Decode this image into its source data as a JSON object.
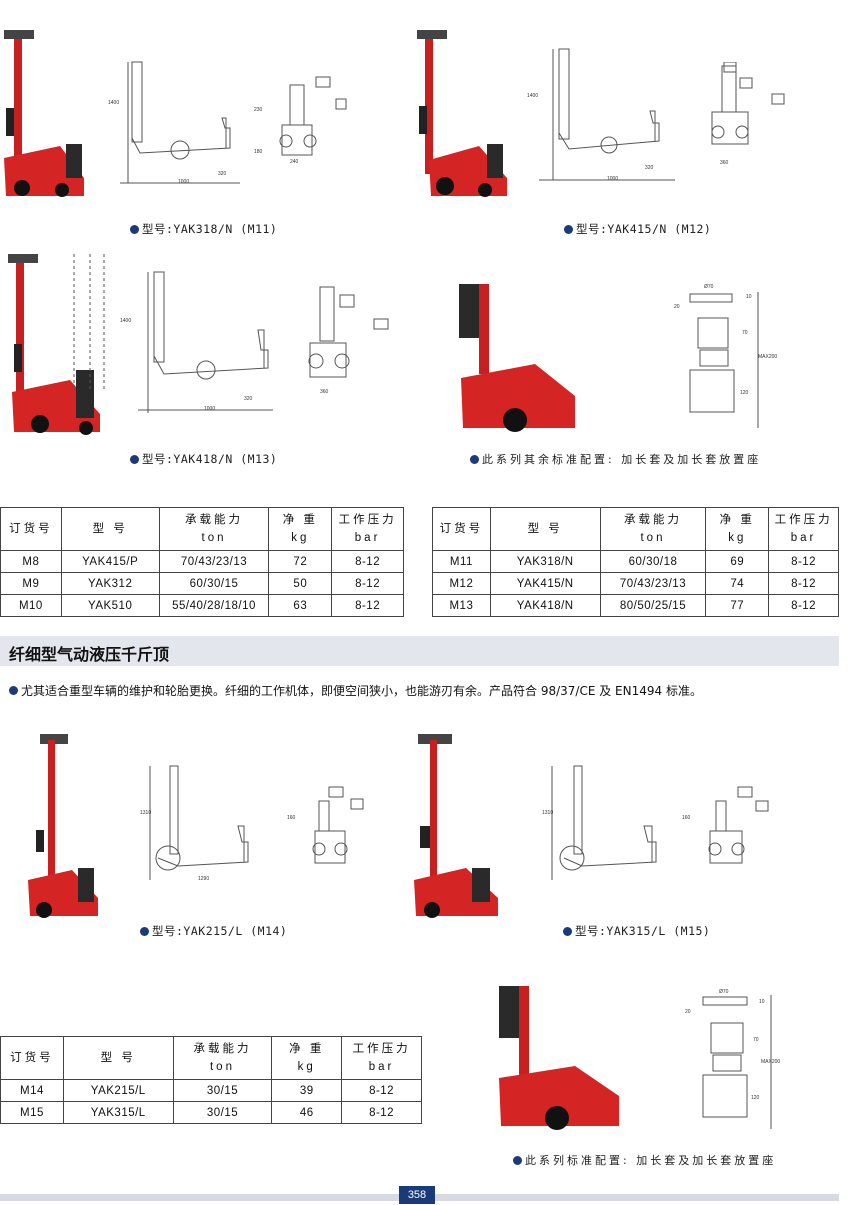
{
  "models": {
    "m11": "型号:YAK318/N (M11)",
    "m12": "型号:YAK415/N (M12)",
    "m13": "型号:YAK418/N (M13)",
    "m14": "型号:YAK215/L (M14)",
    "m15": "型号:YAK315/L (M15)"
  },
  "accessory_note_1": "此系列其余标准配置: 加长套及加长套放置座",
  "accessory_note_2": "此系列标准配置: 加长套及加长套放置座",
  "table_headers": {
    "order_no": "订货号",
    "model": "型 号",
    "capacity": "承载能力",
    "capacity_unit": "ton",
    "weight": "净 重",
    "weight_unit": "kg",
    "pressure": "工作压力",
    "pressure_unit": "bar"
  },
  "table_left": [
    [
      "M8",
      "YAK415/P",
      "70/43/23/13",
      "72",
      "8-12"
    ],
    [
      "M9",
      "YAK312",
      "60/30/15",
      "50",
      "8-12"
    ],
    [
      "M10",
      "YAK510",
      "55/40/28/18/10",
      "63",
      "8-12"
    ]
  ],
  "table_right": [
    [
      "M11",
      "YAK318/N",
      "60/30/18",
      "69",
      "8-12"
    ],
    [
      "M12",
      "YAK415/N",
      "70/43/23/13",
      "74",
      "8-12"
    ],
    [
      "M13",
      "YAK418/N",
      "80/50/25/15",
      "77",
      "8-12"
    ]
  ],
  "table_bottom": [
    [
      "M14",
      "YAK215/L",
      "30/15",
      "39",
      "8-12"
    ],
    [
      "M15",
      "YAK315/L",
      "30/15",
      "46",
      "8-12"
    ]
  ],
  "section_title": "纤细型气动液压千斤顶",
  "section_intro": "尤其适合重型车辆的维护和轮胎更换。纤细的工作机体，即便空间狭小，也能游刃有余。产品符合 98/37/CE 及 EN1494 标准。",
  "page_number": "358",
  "dimension_labels": {
    "d1400": "1400",
    "d1000": "1000",
    "d320": "320",
    "d230": "230",
    "d180": "180",
    "d240": "240",
    "d360": "360",
    "d1310": "1310",
    "d1290": "1290",
    "d160": "160",
    "d70": "70",
    "d120": "120",
    "d20": "20",
    "max200": "MAX200",
    "dia70": "Ø70",
    "d10": "10"
  }
}
